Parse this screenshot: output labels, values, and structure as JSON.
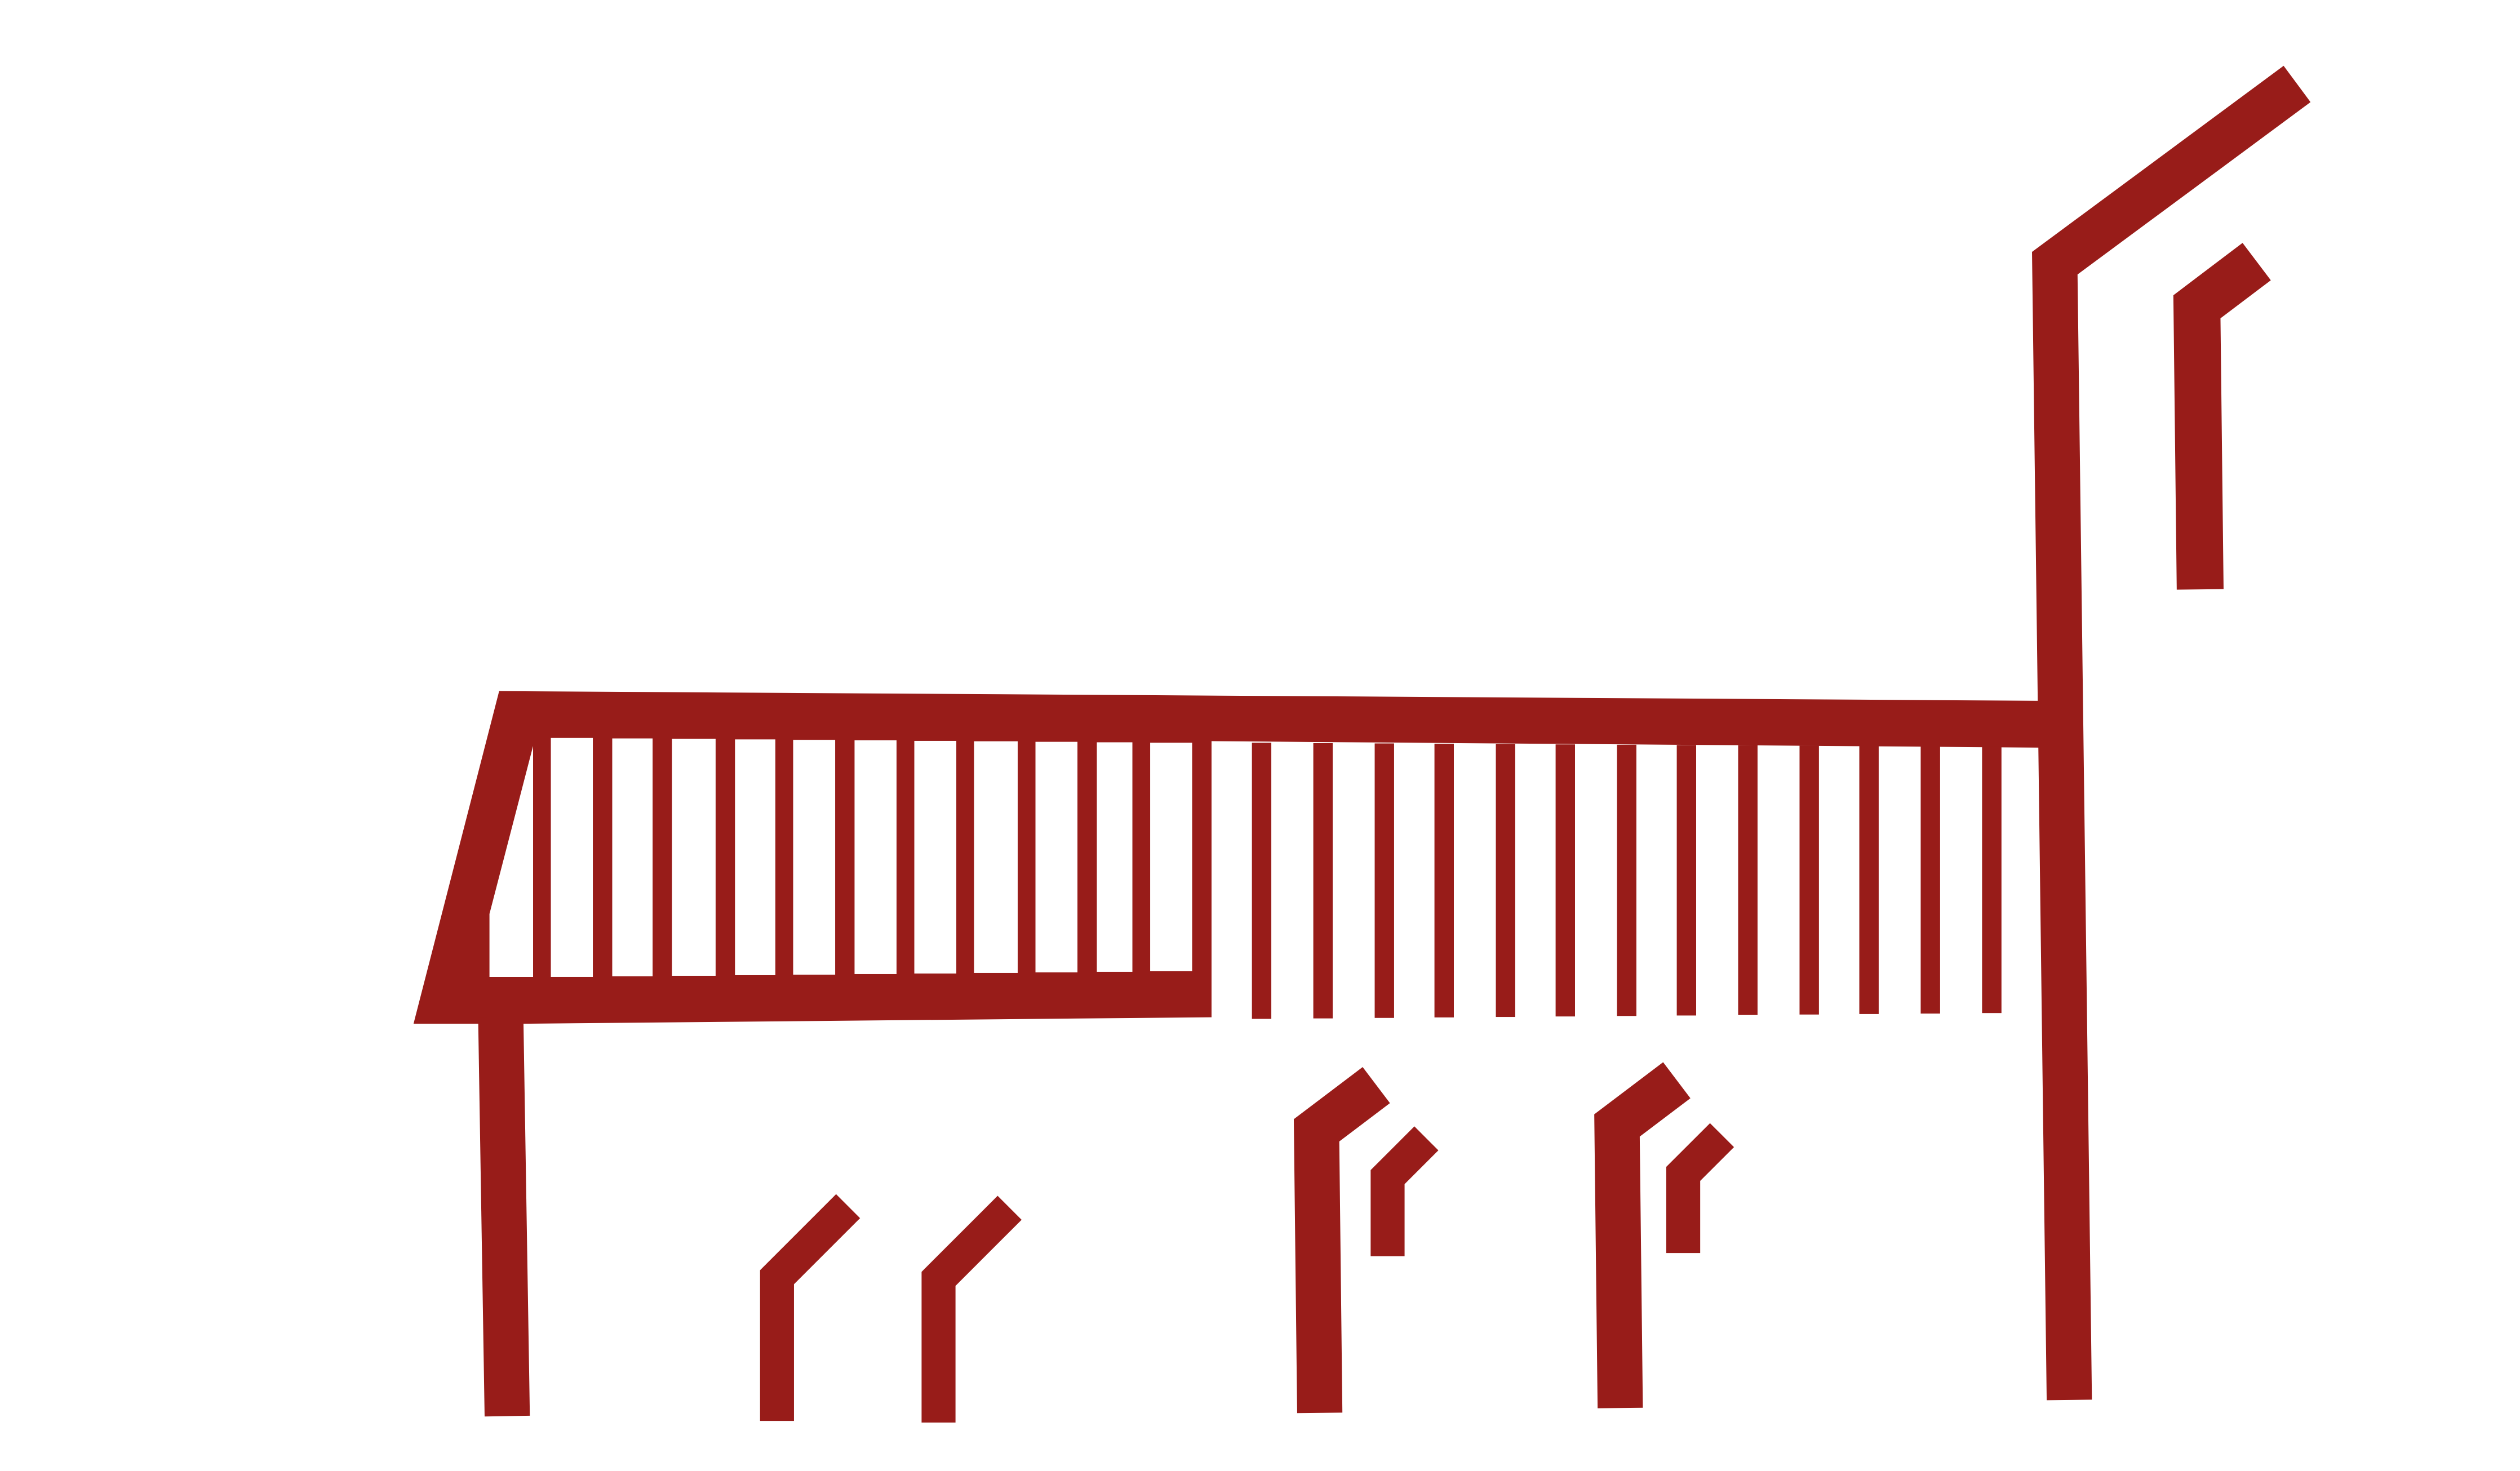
{
  "figure": {
    "subject": "stylized-animal-petroglyph",
    "colors": {
      "stroke": "#981c19",
      "background": "#ffffff"
    },
    "body_stripe_count": 12,
    "fringe_stripe_count": 13
  }
}
